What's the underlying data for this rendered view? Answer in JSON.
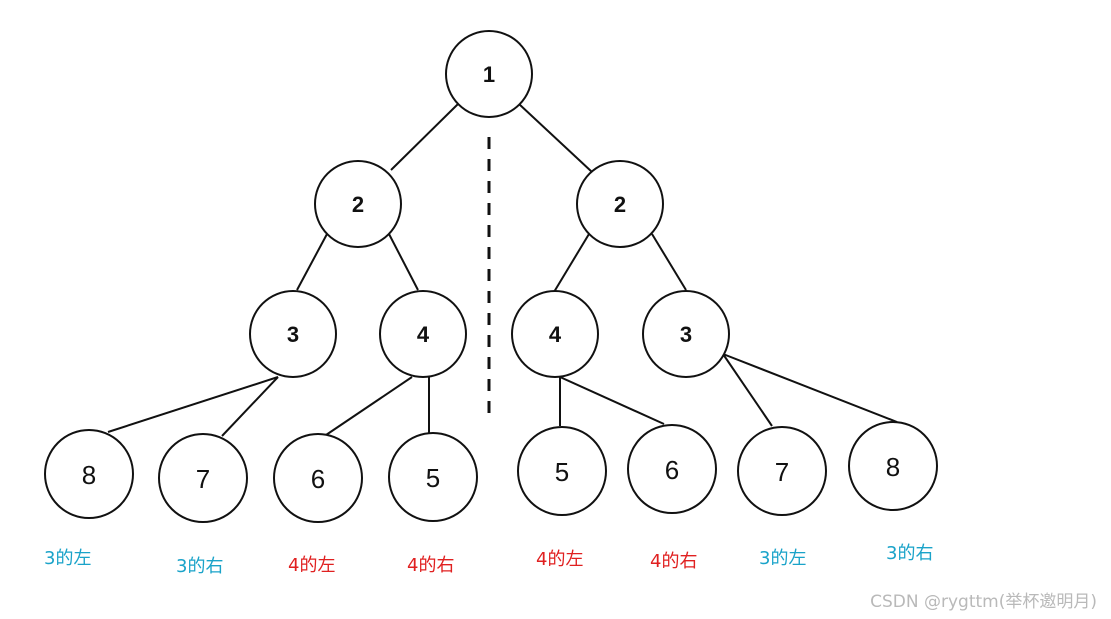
{
  "tree": {
    "root": {
      "value": "1"
    },
    "level2": [
      {
        "value": "2"
      },
      {
        "value": "2"
      }
    ],
    "level3": [
      {
        "value": "3"
      },
      {
        "value": "4"
      },
      {
        "value": "4"
      },
      {
        "value": "3"
      }
    ],
    "level4": [
      {
        "value": "8"
      },
      {
        "value": "7"
      },
      {
        "value": "6"
      },
      {
        "value": "5"
      },
      {
        "value": "5"
      },
      {
        "value": "6"
      },
      {
        "value": "7"
      },
      {
        "value": "8"
      }
    ]
  },
  "captions": [
    {
      "text": "3的左",
      "color": "#1aa3c9"
    },
    {
      "text": "3的右",
      "color": "#1aa3c9"
    },
    {
      "text": "4的左",
      "color": "#e02020"
    },
    {
      "text": "4的右",
      "color": "#e02020"
    },
    {
      "text": "4的左",
      "color": "#e02020"
    },
    {
      "text": "4的右",
      "color": "#e02020"
    },
    {
      "text": "3的左",
      "color": "#1aa3c9"
    },
    {
      "text": "3的右",
      "color": "#1aa3c9"
    }
  ],
  "watermark": "CSDN @rygttm(举杯邀明月)"
}
